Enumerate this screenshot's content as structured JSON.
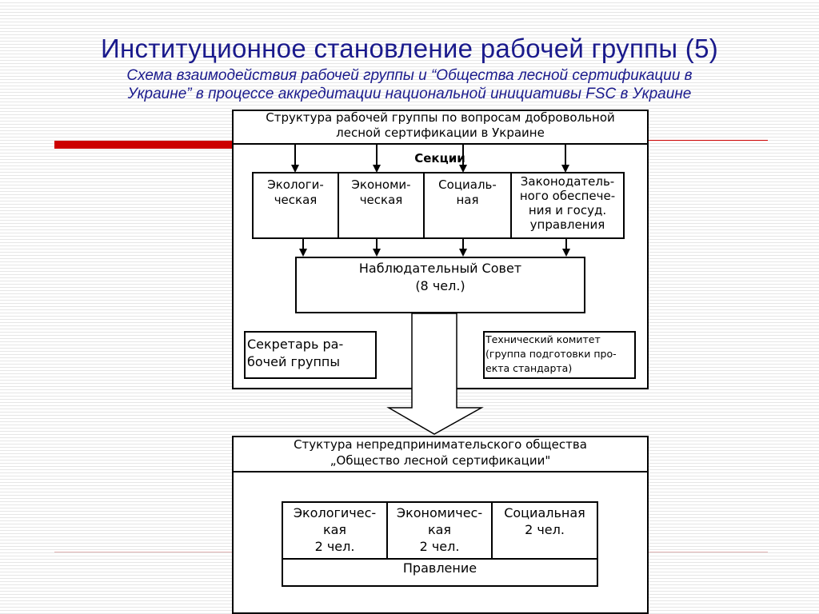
{
  "slide": {
    "title": "Институционное становление рабочей группы (5)",
    "subtitle_line1": "Схема взаимодействия рабочей группы и “Общества лесной сертификации в",
    "subtitle_line2": "Украине” в процессе аккредитации национальной инициативы FSC в Украине"
  },
  "top_structure": {
    "header_line1": "Структура рабочей группы по вопросам добровольной",
    "header_line2": "лесной сертификации в Украине",
    "sections_label": "Секции",
    "sections": [
      {
        "line1": "Экологи-",
        "line2": "ческая"
      },
      {
        "line1": "Экономи-",
        "line2": "ческая"
      },
      {
        "line1": "Социаль-",
        "line2": "ная"
      },
      {
        "line1": "Законодатель-",
        "line2": "ного обеспече-",
        "line3": "ния и госуд.",
        "line4": "управления"
      }
    ],
    "supervisory_board": {
      "line1": "Наблюдательный Совет",
      "line2": "(8 чел.)"
    },
    "secretary": {
      "line1": "Секретарь ра-",
      "line2": "бочей группы"
    },
    "technical_committee": {
      "line1": "Технический комитет",
      "line2": "(группа подготовки про-",
      "line3": "екта стандарта)"
    }
  },
  "bottom_structure": {
    "header_line1": "Стуктура непредпринимательского общества",
    "header_line2": "„Общество лесной сертификации\"",
    "chambers": [
      {
        "line1": "Экологичес-",
        "line2": "кая",
        "line3": "2 чел."
      },
      {
        "line1": "Экономичес-",
        "line2": "кая",
        "line3": "2 чел."
      },
      {
        "line1": "Социальная",
        "line2": "2 чел."
      }
    ],
    "board": "Правление"
  },
  "colors": {
    "title": "#1a1a8c",
    "accent": "#cc0000",
    "diagram_stroke": "#000000"
  }
}
